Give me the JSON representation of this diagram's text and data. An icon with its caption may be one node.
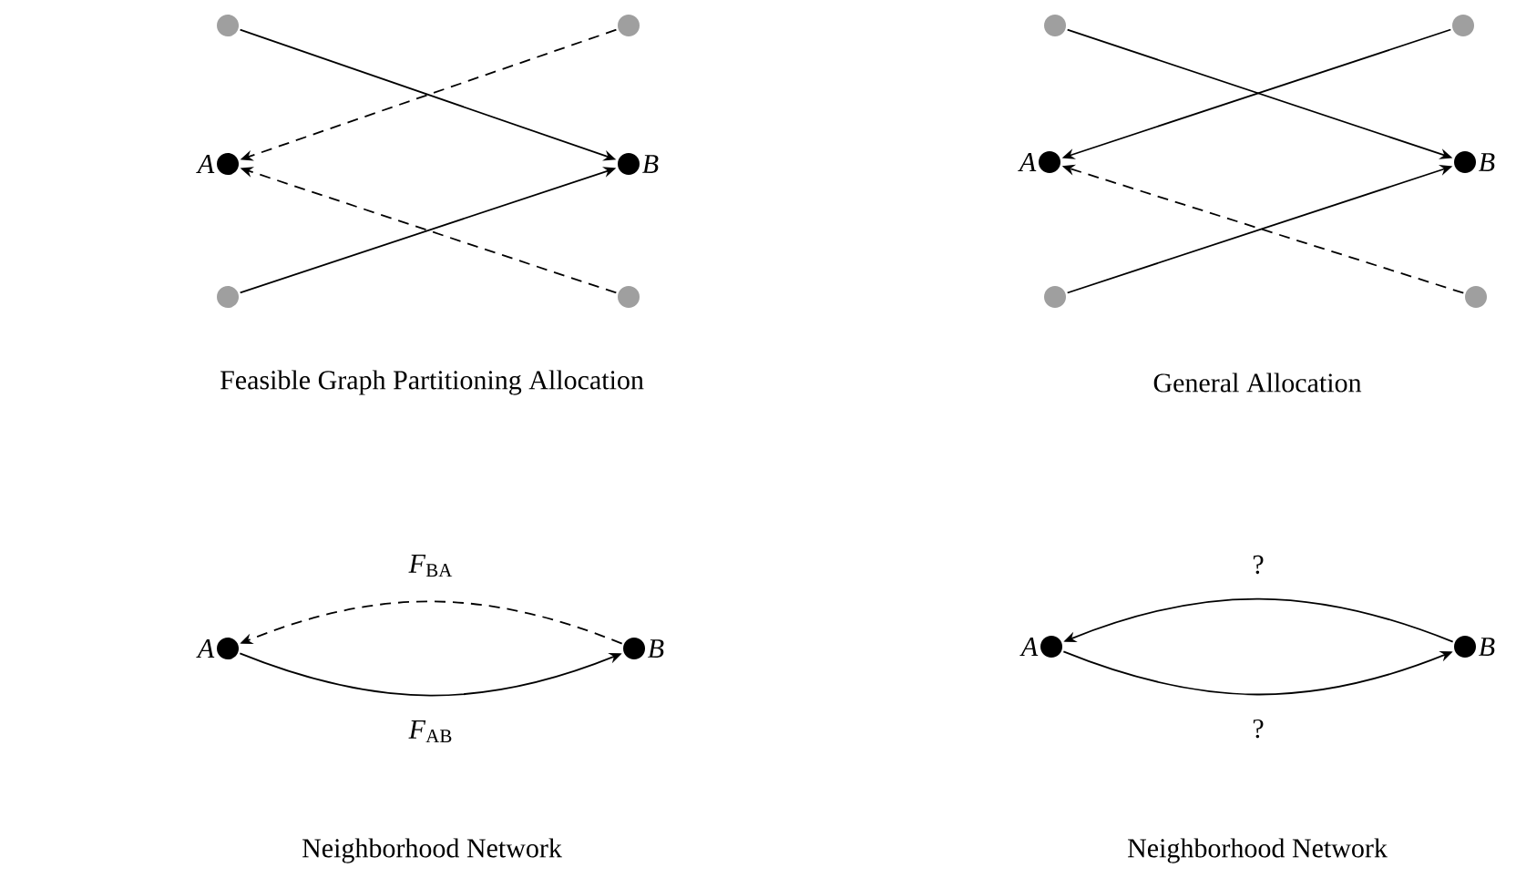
{
  "diagram": {
    "nodes": [
      {
        "text": [],
        "shape": "circle"
      },
      {
        "text": [],
        "shape": "circle"
      },
      {
        "text": [],
        "shape": "circle",
        "beside": [
          "A"
        ]
      },
      {
        "text": [],
        "shape": "circle",
        "beside": [
          "B"
        ]
      },
      {
        "text": [],
        "shape": "circle"
      },
      {
        "text": [],
        "shape": "circle"
      },
      {
        "text": [],
        "shape": "circle"
      },
      {
        "text": [],
        "shape": "circle"
      },
      {
        "text": [],
        "shape": "circle",
        "beside": [
          "A"
        ]
      },
      {
        "text": [],
        "shape": "circle",
        "beside": [
          "B"
        ]
      },
      {
        "text": [],
        "shape": "circle"
      },
      {
        "text": [],
        "shape": "circle"
      },
      {
        "text": [],
        "shape": "circle",
        "beside": [
          "A"
        ]
      },
      {
        "text": [],
        "shape": "circle",
        "beside": [
          "B"
        ]
      },
      {
        "text": [],
        "shape": "circle",
        "beside": [
          "A"
        ]
      },
      {
        "text": [],
        "shape": "circle",
        "beside": [
          "B"
        ]
      }
    ],
    "edges": [
      {
        "from": 0,
        "to": 3,
        "arrow": "to"
      },
      {
        "from": 1,
        "to": 2,
        "arrow": "to",
        "style": "dashed"
      },
      {
        "from": 4,
        "to": 3,
        "arrow": "to"
      },
      {
        "from": 5,
        "to": 2,
        "arrow": "to",
        "style": "dashed"
      },
      {
        "from": 6,
        "to": 9,
        "arrow": "to"
      },
      {
        "from": 7,
        "to": 8,
        "arrow": "to"
      },
      {
        "from": 10,
        "to": 9,
        "arrow": "to"
      },
      {
        "from": 11,
        "to": 8,
        "arrow": "to",
        "style": "dashed"
      },
      {
        "from": 13,
        "to": 12,
        "arrow": "to",
        "style": "dashed",
        "label": "*F*$_{BA}$"
      },
      {
        "from": 12,
        "to": 13,
        "arrow": "to",
        "label": "*F*$_{AB}$"
      },
      {
        "from": 15,
        "to": 14,
        "arrow": "to",
        "label": "?"
      },
      {
        "from": 14,
        "to": 15,
        "arrow": "to",
        "label": "?"
      }
    ],
    "labels": [
      "Feasible Graph Partitioning Allocation",
      "General Allocation",
      "Neighborhood Network",
      "Neighborhood Network"
    ]
  }
}
